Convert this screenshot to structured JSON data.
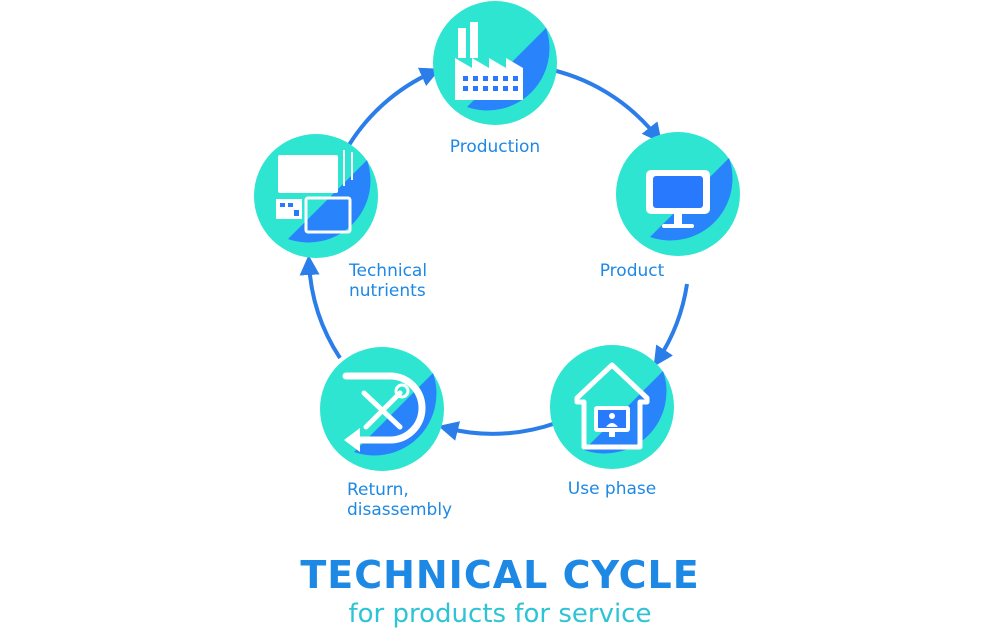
{
  "colors": {
    "circle_fill": "#2ee5d2",
    "circle_shadow": "#2979ff",
    "accent_blue": "#1e88e5",
    "cycle_arrow": "#2b7de9",
    "subtitle": "#2ec4d6",
    "icon_white": "#ffffff"
  },
  "stages": [
    {
      "label_lines": [
        "Production"
      ],
      "icon": "factory-icon"
    },
    {
      "label_lines": [
        "Product"
      ],
      "icon": "monitor-icon"
    },
    {
      "label_lines": [
        "Use phase"
      ],
      "icon": "house-screen-icon"
    },
    {
      "label_lines": [
        "Return,",
        "disassembly"
      ],
      "icon": "tools-return-icon"
    },
    {
      "label_lines": [
        "Technical",
        "nutrients"
      ],
      "icon": "components-icon"
    }
  ],
  "title": "TECHNICAL CYCLE",
  "subtitle": "for products for service"
}
